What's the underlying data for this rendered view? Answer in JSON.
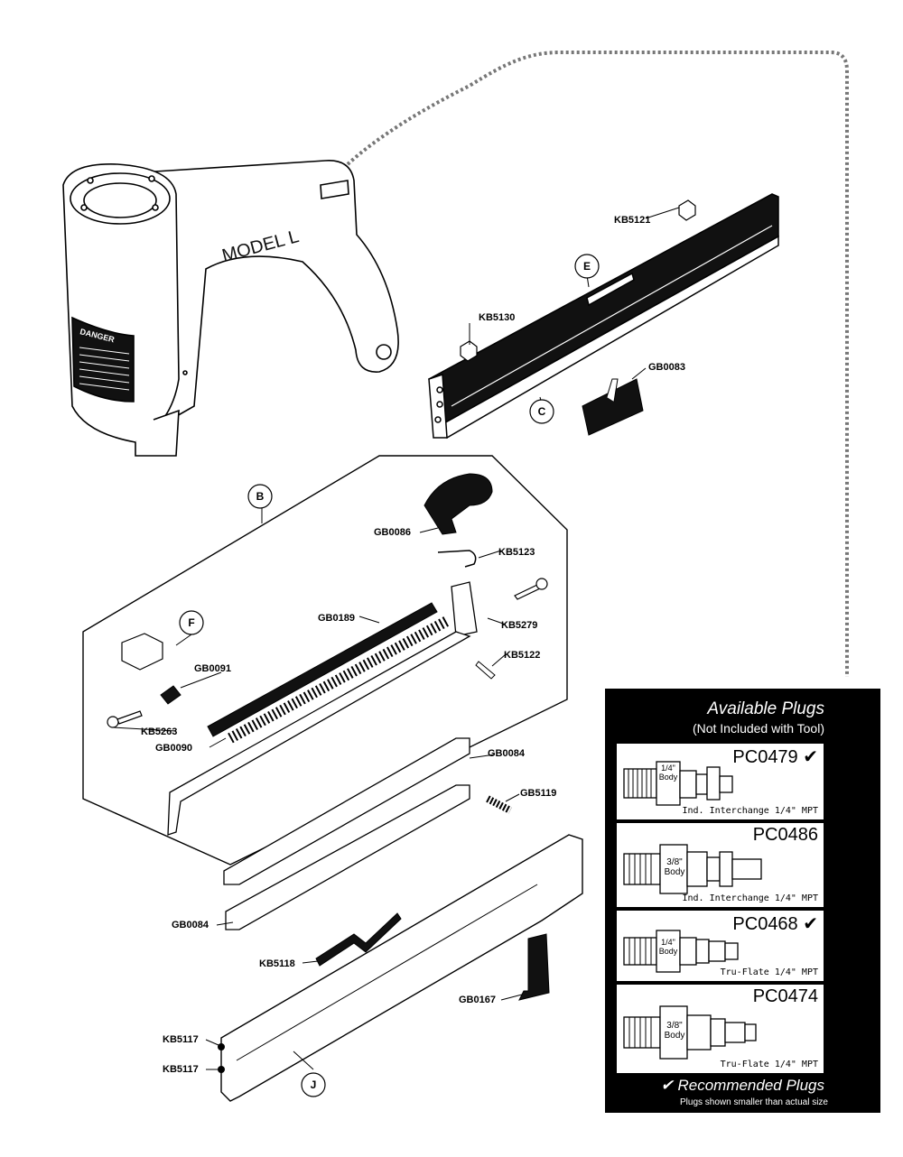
{
  "tool": {
    "model_label": "MODEL L",
    "danger_label": "DANGER"
  },
  "callouts": {
    "B": "B",
    "C": "C",
    "E": "E",
    "F": "F",
    "J": "J"
  },
  "parts": {
    "KB5121": "KB5121",
    "KB5130": "KB5130",
    "GB0083": "GB0083",
    "GB0086": "GB0086",
    "KB5123": "KB5123",
    "GB0189": "GB0189",
    "KB5279": "KB5279",
    "KB5122": "KB5122",
    "GB0091": "GB0091",
    "KB5263": "KB5263",
    "GB0090": "GB0090",
    "GB0084a": "GB0084",
    "GB5119": "GB5119",
    "GB0084b": "GB0084",
    "KB5118": "KB5118",
    "GB0167": "GB0167",
    "KB5117a": "KB5117",
    "KB5117b": "KB5117"
  },
  "plugs": {
    "title": "Available Plugs",
    "subtitle": "(Not Included with Tool)",
    "items": [
      {
        "code": "PC0479 ✔",
        "body": [
          "1/4\"",
          "Body"
        ],
        "desc": "Ind. Interchange 1/4\" MPT"
      },
      {
        "code": "PC0486",
        "body": [
          "3/8\"",
          "Body"
        ],
        "desc": "Ind. Interchange 1/4\" MPT"
      },
      {
        "code": "PC0468 ✔",
        "body": [
          "1/4\"",
          "Body"
        ],
        "desc": "Tru-Flate 1/4\" MPT"
      },
      {
        "code": "PC0474",
        "body": [
          "3/8\"",
          "Body"
        ],
        "desc": "Tru-Flate 1/4\" MPT"
      }
    ],
    "footer": "✔ Recommended Plugs",
    "note": "Plugs shown smaller than actual size"
  }
}
